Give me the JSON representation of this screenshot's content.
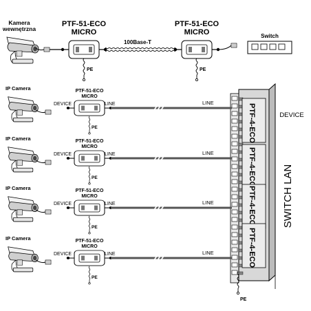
{
  "top": {
    "camera_label_line1": "Kamera",
    "camera_label_line2": "wewnętrzna",
    "protector_left_line1": "PTF-51-ECO",
    "protector_left_line2": "MICRO",
    "protector_right_line1": "PTF-51-ECO",
    "protector_right_line2": "MICRO",
    "link_label": "100Base-T",
    "pe_left": "PE",
    "pe_right": "PE",
    "switch_label": "Switch"
  },
  "rows": [
    {
      "camera_label": "IP Camera",
      "protector_line1": "PTF-51-ECO",
      "protector_line2": "MICRO",
      "device_label": "DEVICE",
      "line_label": "LINE",
      "cable_label": "LINE",
      "pe_label": "PE"
    },
    {
      "camera_label": "IP Camera",
      "protector_line1": "PTF-51-ECO",
      "protector_line2": "MICRO",
      "device_label": "DEVICE",
      "line_label": "LINE",
      "cable_label": "LINE",
      "pe_label": "PE"
    },
    {
      "camera_label": "IP Camera",
      "protector_line1": "PTF-51-ECO",
      "protector_line2": "MICRO",
      "device_label": "DEVICE",
      "line_label": "LINE",
      "cable_label": "LINE",
      "pe_label": "PE"
    },
    {
      "camera_label": "IP Camera",
      "protector_line1": "PTF-51-ECO",
      "protector_line2": "MICRO",
      "device_label": "DEVICE",
      "line_label": "LINE",
      "cable_label": "LINE",
      "pe_label": "PE"
    }
  ],
  "panel": {
    "module_labels": [
      "PTF-4-ECO",
      "PTF-4-ECO",
      "PTF-4-ECO",
      "PTF-4-ECO"
    ],
    "device_label": "DEVICE",
    "switch_lan_label": "SWITCH LAN",
    "pe_label": "PE"
  },
  "colors": {
    "line": "#000000",
    "cable": "#555555",
    "panel_fill": "#d8d8d8",
    "module_fill": "#ececec"
  },
  "icons": {
    "camera": "cctv-camera-icon",
    "protector": "surge-protector-icon",
    "switch": "network-switch-icon",
    "ground": "ground-icon"
  }
}
